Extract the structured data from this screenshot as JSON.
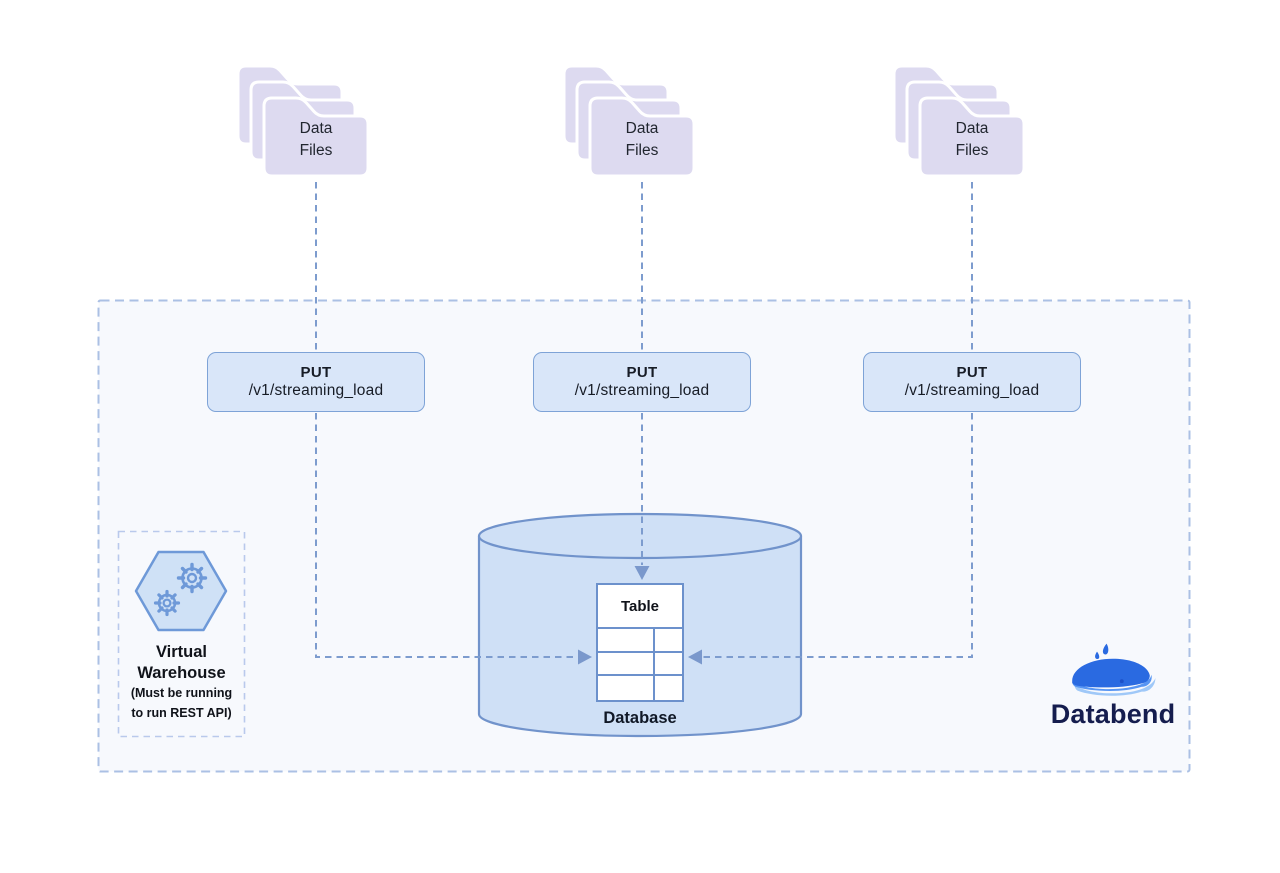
{
  "diagram": {
    "data_file_groups": [
      {
        "label": "Data Files"
      },
      {
        "label": "Data Files"
      },
      {
        "label": "Data Files"
      }
    ],
    "endpoints": [
      {
        "method": "PUT",
        "path": "/v1/streaming_load"
      },
      {
        "method": "PUT",
        "path": "/v1/streaming_load"
      },
      {
        "method": "PUT",
        "path": "/v1/streaming_load"
      }
    ],
    "database": {
      "table_label": "Table",
      "label": "Database",
      "table_rows": 3,
      "table_cols": 2
    },
    "virtual_warehouse": {
      "title": "Virtual Warehouse",
      "note_line1": "(Must be running",
      "note_line2": "to run REST API)"
    },
    "brand": {
      "name": "Databend"
    },
    "colors": {
      "folder_fill": "#dddaf0",
      "endpoint_fill": "#d9e6f9",
      "endpoint_border": "#7ea3d7",
      "cylinder_fill": "#cfe0f6",
      "cylinder_border": "#7193cb",
      "connector": "#7d9cce",
      "region_fill": "#f7f9fd",
      "region_border": "#abc0e4",
      "table_border": "#6c91cc",
      "brand_navy": "#151d4e",
      "whale_blue_dark": "#2a6ae1",
      "whale_blue_mid": "#5795f3",
      "whale_blue_light": "#9fc8f8"
    }
  }
}
